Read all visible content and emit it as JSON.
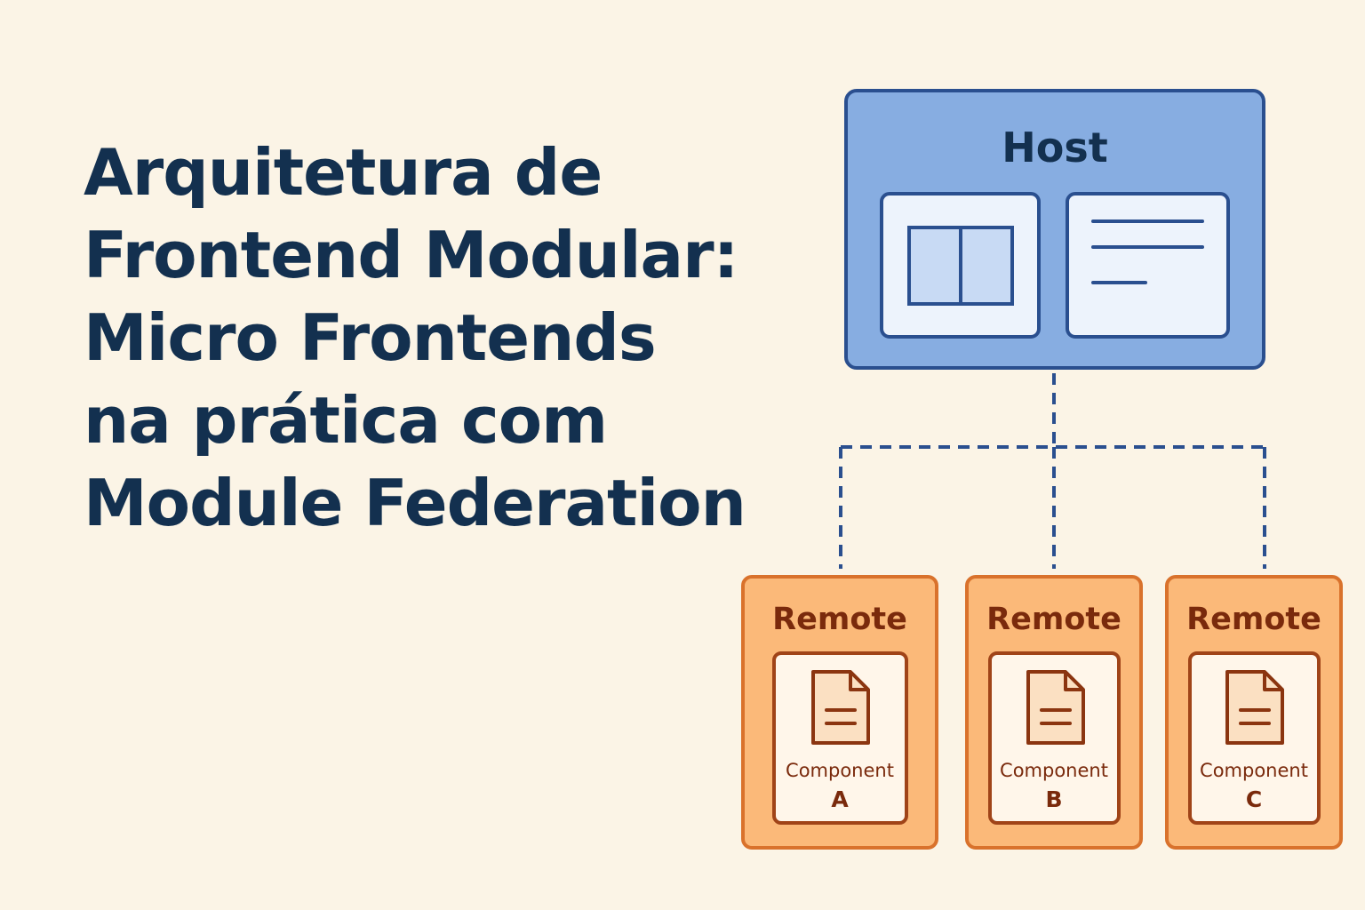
{
  "title": {
    "lines": [
      "Arquitetura de",
      "Frontend Modular:",
      "Micro Frontends",
      "na prática com",
      "Module Federation"
    ]
  },
  "host": {
    "label": "Host"
  },
  "remotes": [
    {
      "label": "Remote",
      "component": "Component",
      "letter": "A"
    },
    {
      "label": "Remote",
      "component": "Component",
      "letter": "B"
    },
    {
      "label": "Remote",
      "component": "Component",
      "letter": "C"
    }
  ],
  "colors": {
    "background": "#FBF4E6",
    "title_text": "#13304F",
    "host_fill": "#87ADE1",
    "host_border": "#2A4F8F",
    "remote_fill": "#FBB979",
    "remote_border": "#D9722C",
    "remote_text": "#7A2A0C",
    "connector": "#2A4F8F"
  }
}
